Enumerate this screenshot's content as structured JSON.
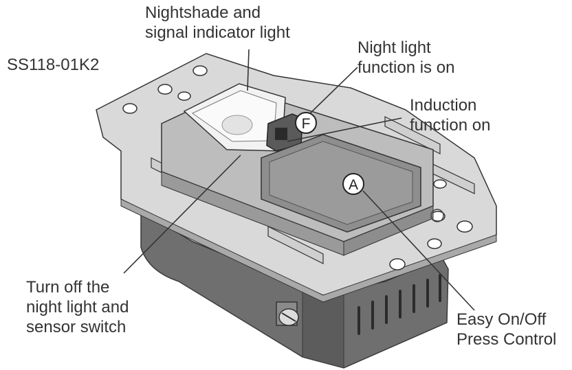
{
  "model": "SS118-01K2",
  "callouts": {
    "nightshade": [
      "Nightshade and",
      "signal indicator light"
    ],
    "night_light": [
      "Night light",
      "function is on"
    ],
    "induction": [
      "Induction",
      "function on"
    ],
    "turn_off": [
      "Turn off the",
      "night light and",
      "sensor switch"
    ],
    "easy": [
      "Easy On/Off",
      "Press Control"
    ]
  },
  "markers": {
    "f": "F",
    "a": "A"
  }
}
